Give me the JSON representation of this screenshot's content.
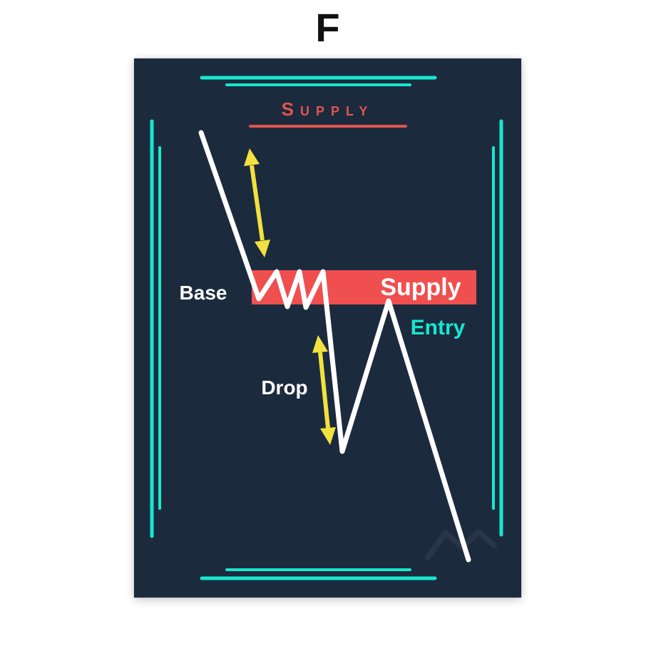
{
  "figure_label": "F",
  "poster": {
    "title": "Supply",
    "title_style": "small-caps, red, underlined",
    "labels": {
      "base": "Base",
      "zone": "Supply",
      "entry": "Entry",
      "drop": "Drop"
    },
    "icons": [
      {
        "name": "double-arrow-upper-icon",
        "meaning": "rally distance into supply zone"
      },
      {
        "name": "double-arrow-lower-icon",
        "meaning": "drop distance out of supply zone"
      }
    ],
    "colors": {
      "background": "#1c2a3e",
      "teal": "#17e7cf",
      "band_red": "#ef4f4f",
      "title_red": "#e2544e",
      "yellow": "#f2e13e",
      "white": "#ffffff",
      "figure_black": "#111111"
    }
  }
}
